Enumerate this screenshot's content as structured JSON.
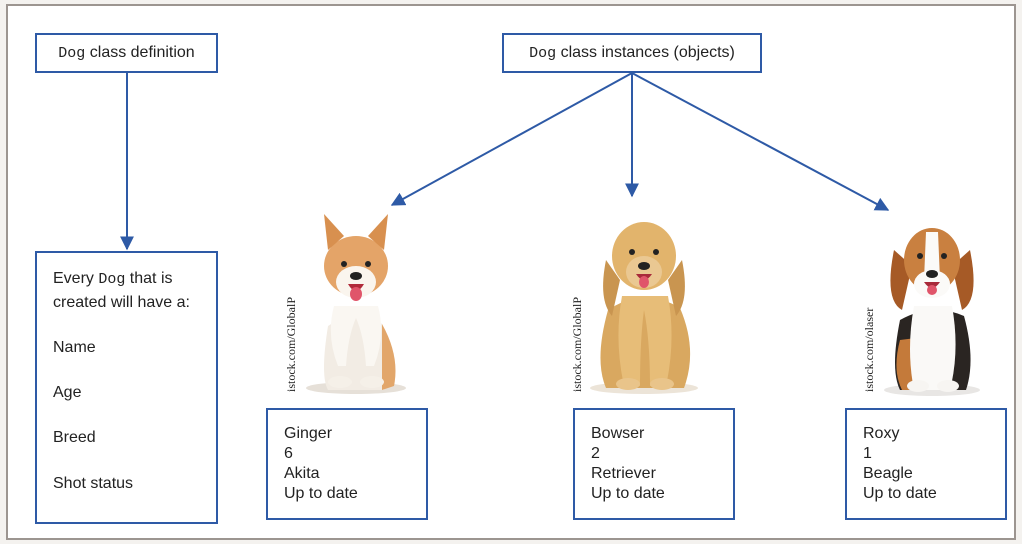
{
  "definition": {
    "keyword": "Dog",
    "suffix": " class definition"
  },
  "instances": {
    "keyword": "Dog",
    "suffix": " class instances (objects)"
  },
  "attributes": {
    "intro_prefix": "Every ",
    "intro_keyword": "Dog",
    "intro_suffix": " that is",
    "intro_line2": "created will have a:",
    "items": [
      "Name",
      "Age",
      "Breed",
      "Shot status"
    ]
  },
  "dogs": [
    {
      "name": "Ginger",
      "age": "6",
      "breed": "Akita",
      "shots": "Up to date",
      "credit": "istock.com/GlobalP",
      "photo": "akita"
    },
    {
      "name": "Bowser",
      "age": "2",
      "breed": "Retriever",
      "shots": "Up to date",
      "credit": "istock.com/GlobalP",
      "photo": "golden-retriever"
    },
    {
      "name": "Roxy",
      "age": "1",
      "breed": "Beagle",
      "shots": "Up to date",
      "credit": "istock.com/olaser",
      "photo": "beagle"
    }
  ],
  "colors": {
    "accent": "#2e5aa6",
    "border": "#9c9590"
  }
}
